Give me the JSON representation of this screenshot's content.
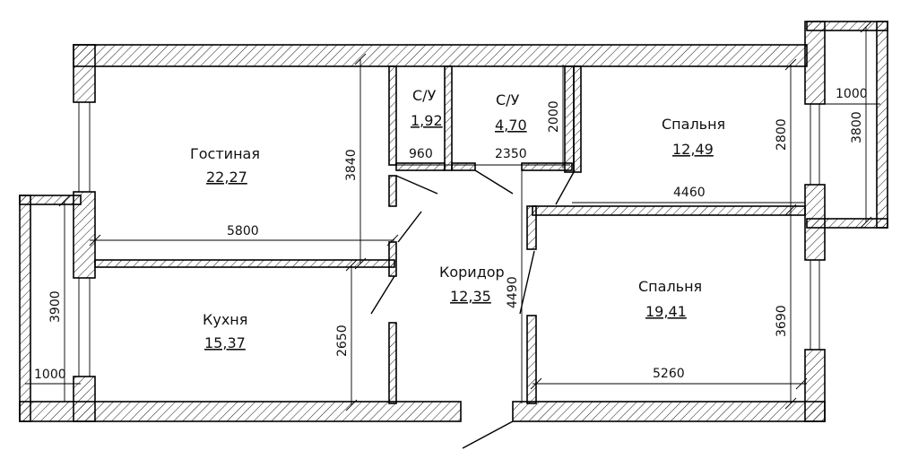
{
  "rooms": {
    "living": {
      "name": "Гостиная",
      "area": "22,27"
    },
    "bath_small": {
      "name": "С/У",
      "area": "1,92"
    },
    "bath_large": {
      "name": "С/У",
      "area": "4,70"
    },
    "bedroom_top": {
      "name": "Спальня",
      "area": "12,49"
    },
    "bedroom_bottom": {
      "name": "Спальня",
      "area": "19,41"
    },
    "kitchen": {
      "name": "Кухня",
      "area": "15,37"
    },
    "corridor": {
      "name": "Коридор",
      "area": "12,35"
    }
  },
  "dimensions": {
    "living_height": "3840",
    "living_width": "5800",
    "bath_small_width": "960",
    "bath_large_width": "2350",
    "bath_large_height": "2000",
    "bedroom_top_height": "2800",
    "bedroom_top_width": "4460",
    "balcony_right_width": "1000",
    "balcony_right_height": "3800",
    "balcony_left_height": "3900",
    "balcony_left_width": "1000",
    "kitchen_height": "2650",
    "corridor_height": "4490",
    "bedroom_bottom_height": "3690",
    "bedroom_bottom_width": "5260"
  }
}
